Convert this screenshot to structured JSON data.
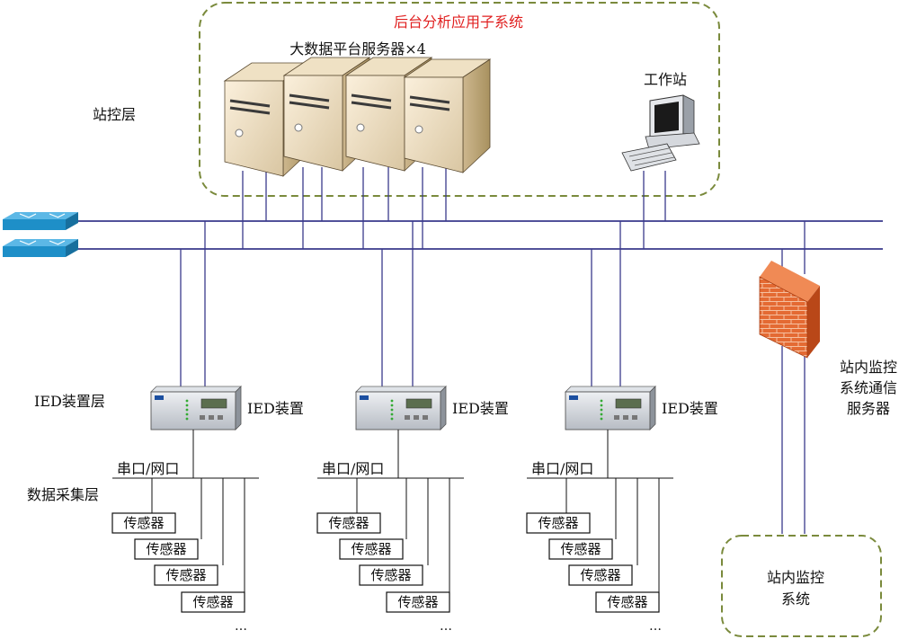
{
  "backend": {
    "title": "后台分析应用子系统",
    "title_color": "#e02020",
    "servers_label": "大数据平台服务器×4",
    "workstation_label": "工作站"
  },
  "layers": {
    "station_control": "站控层",
    "ied": "IED装置层",
    "acquisition": "数据采集层"
  },
  "ied_groups": [
    {
      "device_label": "IED装置",
      "port_label": "串口/网口",
      "sensors": [
        "传感器",
        "传感器",
        "传感器",
        "传感器"
      ],
      "ellipsis": "…"
    },
    {
      "device_label": "IED装置",
      "port_label": "串口/网口",
      "sensors": [
        "传感器",
        "传感器",
        "传感器",
        "传感器"
      ],
      "ellipsis": "…"
    },
    {
      "device_label": "IED装置",
      "port_label": "串口/网口",
      "sensors": [
        "传感器",
        "传感器",
        "传感器",
        "传感器"
      ],
      "ellipsis": "…"
    }
  ],
  "comm_server": {
    "lines": [
      "站内监控",
      "系统通信",
      "服务器"
    ]
  },
  "monitoring": {
    "lines": [
      "站内监控",
      "系统"
    ]
  },
  "colors": {
    "bus": "#3a3a8c",
    "dash": "#7a8a3c",
    "switch": "#1e8fc8",
    "firewall": "#e0622c"
  }
}
